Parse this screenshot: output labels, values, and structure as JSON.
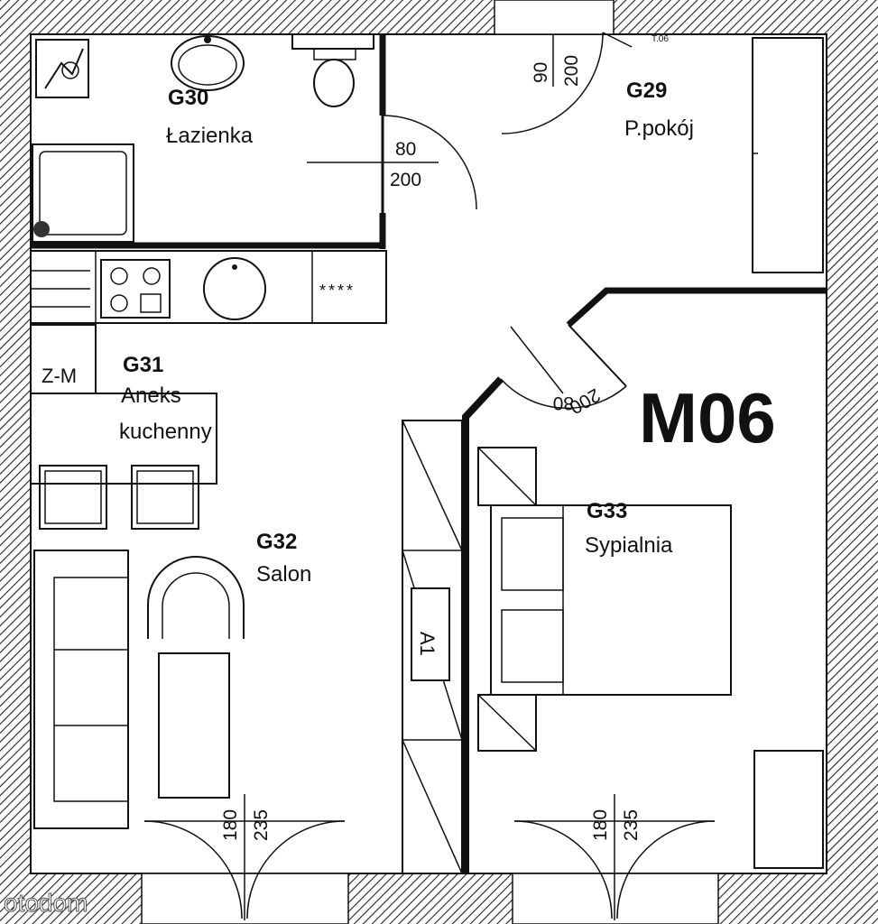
{
  "unit_label": "M06",
  "rooms": {
    "bathroom": {
      "code": "G30",
      "name": "Łazienka"
    },
    "hall": {
      "code": "G29",
      "name": "P.pokój"
    },
    "kitchen": {
      "code": "G31",
      "name_line1": "Aneks",
      "name_line2": "kuchenny"
    },
    "living": {
      "code": "G32",
      "name": "Salon"
    },
    "bedroom": {
      "code": "G33",
      "name": "Sypialnia"
    }
  },
  "doors": {
    "entry": {
      "width": "90",
      "height": "200",
      "tag": "T.06"
    },
    "bathroom": {
      "width": "80",
      "height": "200"
    },
    "bedroom": {
      "width": "80",
      "height": "200"
    },
    "living_balcony": {
      "width": "180",
      "height": "235"
    },
    "bedroom_balcony": {
      "width": "180",
      "height": "235"
    }
  },
  "meter_label": "Z-M",
  "wardrobe_label": "A1",
  "hob_label": "****",
  "watermark": "otodom",
  "icons": [
    "electrical-panel-icon",
    "toilet-icon",
    "sink-icon",
    "bathtub-icon",
    "cooktop-icon",
    "kitchen-sink-icon",
    "sofa-icon",
    "armchair-icon",
    "bed-icon",
    "wardrobe-icon"
  ]
}
